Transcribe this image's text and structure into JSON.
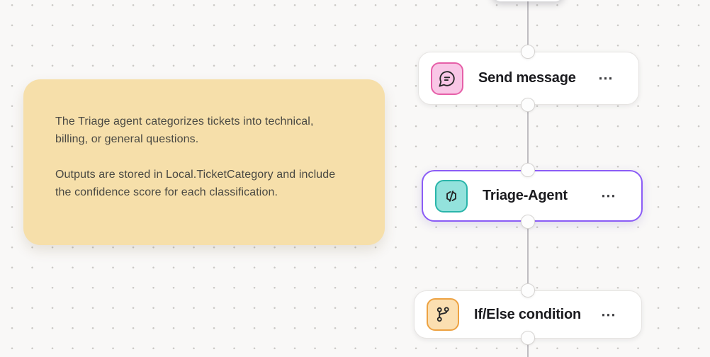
{
  "canvas": {
    "background_color": "#f9f8f7",
    "edge_color": "#bfbdc1"
  },
  "note": {
    "paragraphs": {
      "p1": "The Triage agent categorizes tickets into technical, billing, or general questions.",
      "p2": "Outputs are stored in Local.TicketCategory and include the confidence score for each classification."
    },
    "background_color": "#f6dfaa",
    "text_color": "#4a4943"
  },
  "nodes": [
    {
      "label": "Send message",
      "icon": "chat-bubble-icon",
      "icon_bg": "#f9c6e6",
      "icon_border": "#e65fa8",
      "selected": false,
      "more_glyph": "⋯"
    },
    {
      "label": "Triage-Agent",
      "icon": "agent-code-icon",
      "icon_bg": "#93e2dc",
      "icon_border": "#2ab5aa",
      "selected": true,
      "more_glyph": "⋯"
    },
    {
      "label": "If/Else condition",
      "icon": "branch-icon",
      "icon_bg": "#fbdfb1",
      "icon_border": "#eda242",
      "selected": false,
      "more_glyph": "⋯"
    }
  ],
  "colors": {
    "selected_border": "#8b5cf6",
    "card_border": "#e6e4e2",
    "title": "#1b1b1f"
  }
}
